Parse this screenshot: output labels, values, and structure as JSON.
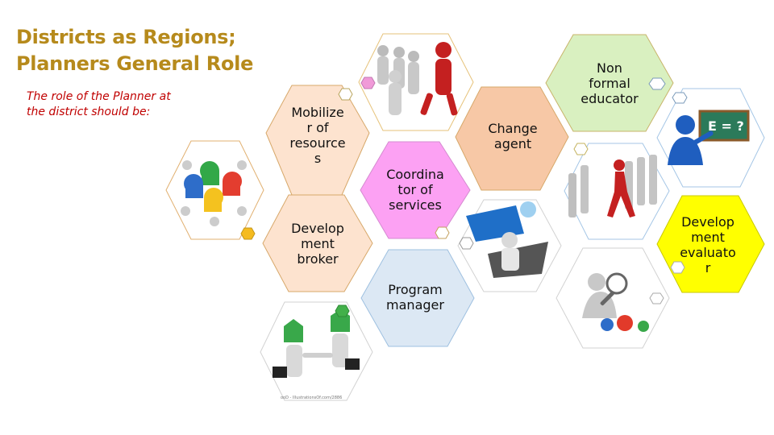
{
  "title_lines": [
    "Districts as Regions;",
    "Planners General Role"
  ],
  "subtitle_lines": [
    "The role of the Planner at",
    "the district should be:"
  ],
  "roles": [
    {
      "lines": [
        "Mobilize",
        "r of",
        "resource",
        "s"
      ],
      "fill": "#fde3cf"
    },
    {
      "lines": [
        "Change",
        "agent"
      ],
      "fill": "#f7c8a6"
    },
    {
      "lines": [
        "Non",
        "formal",
        "educator"
      ],
      "fill": "#d9f0c0"
    },
    {
      "lines": [
        "Coordina",
        "tor of",
        "services"
      ],
      "fill": "#fca1f3"
    },
    {
      "lines": [
        "Develop",
        "ment",
        "broker"
      ],
      "fill": "#fde3cf"
    },
    {
      "lines": [
        "Develop",
        "ment",
        "evaluato",
        "r"
      ],
      "fill": "#ffff00"
    },
    {
      "lines": [
        "Program",
        "manager"
      ],
      "fill": "#dce8f4"
    }
  ],
  "images": [
    {
      "icon": "teamwork-puzzle-people-icon"
    },
    {
      "icon": "leader-crowd-red-figure-icon"
    },
    {
      "icon": "teacher-blackboard-icon"
    },
    {
      "icon": "runner-breaking-out-icon"
    },
    {
      "icon": "puzzle-piece-person-icon"
    },
    {
      "icon": "handshake-business-icon"
    },
    {
      "icon": "magnifier-gears-person-icon"
    }
  ],
  "watermark": "ooD - IllustrationsOf.com/2886"
}
